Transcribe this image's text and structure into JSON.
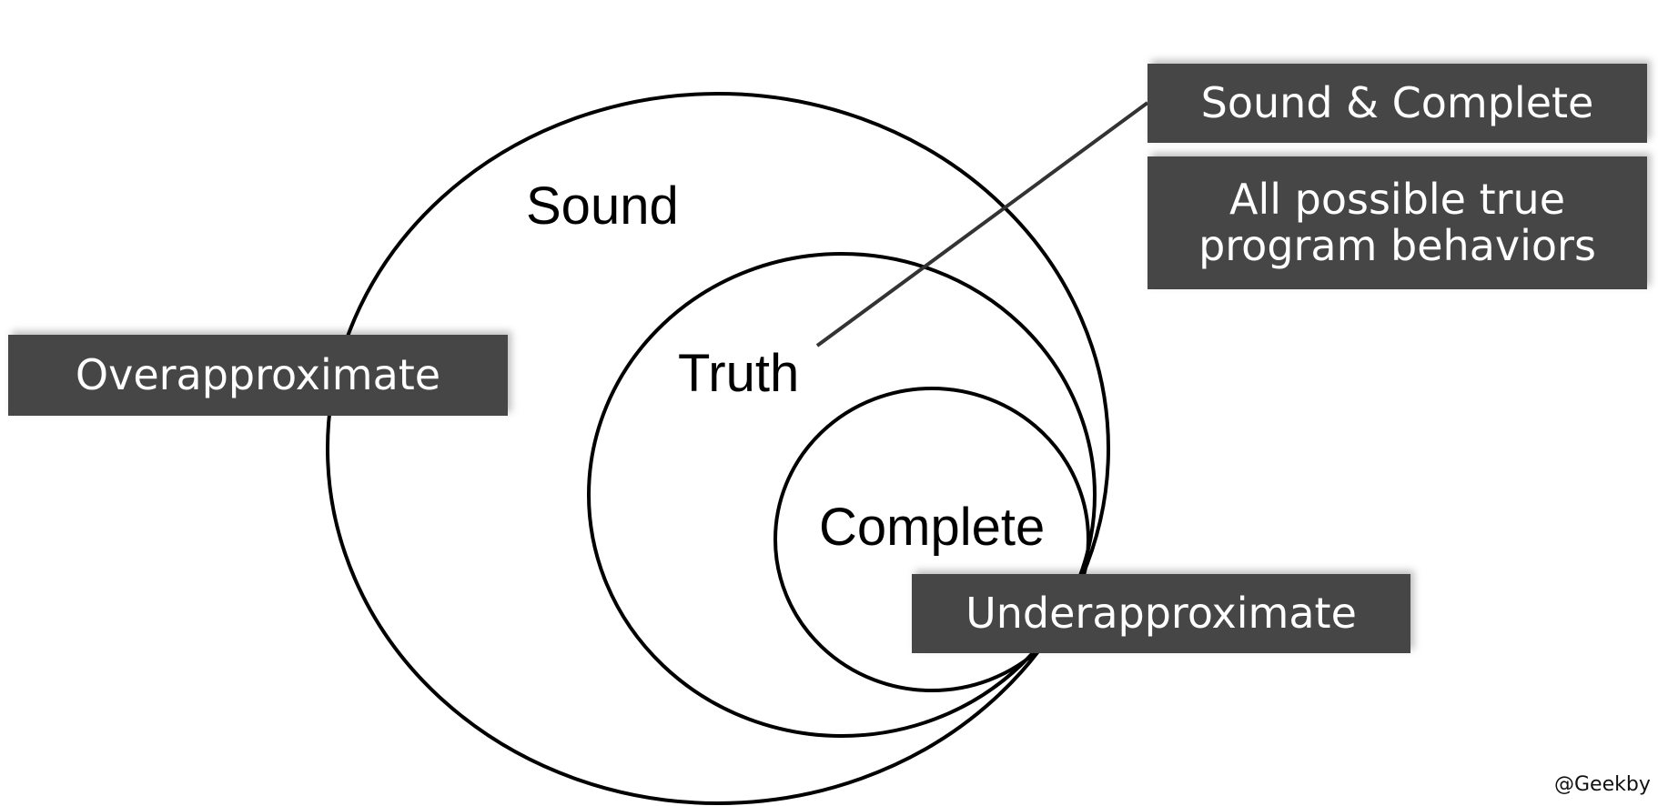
{
  "sets": {
    "sound": "Sound",
    "truth": "Truth",
    "complete": "Complete"
  },
  "callouts": {
    "overapproximate": "Overapproximate",
    "sound_and_complete": "Sound & Complete",
    "all_possible_line1": "All possible true",
    "all_possible_line2": "program behaviors",
    "underapproximate": "Underapproximate"
  },
  "watermark": "@Geekby",
  "colors": {
    "box": "#464646",
    "box_text": "#ffffff",
    "stroke": "#000000"
  }
}
